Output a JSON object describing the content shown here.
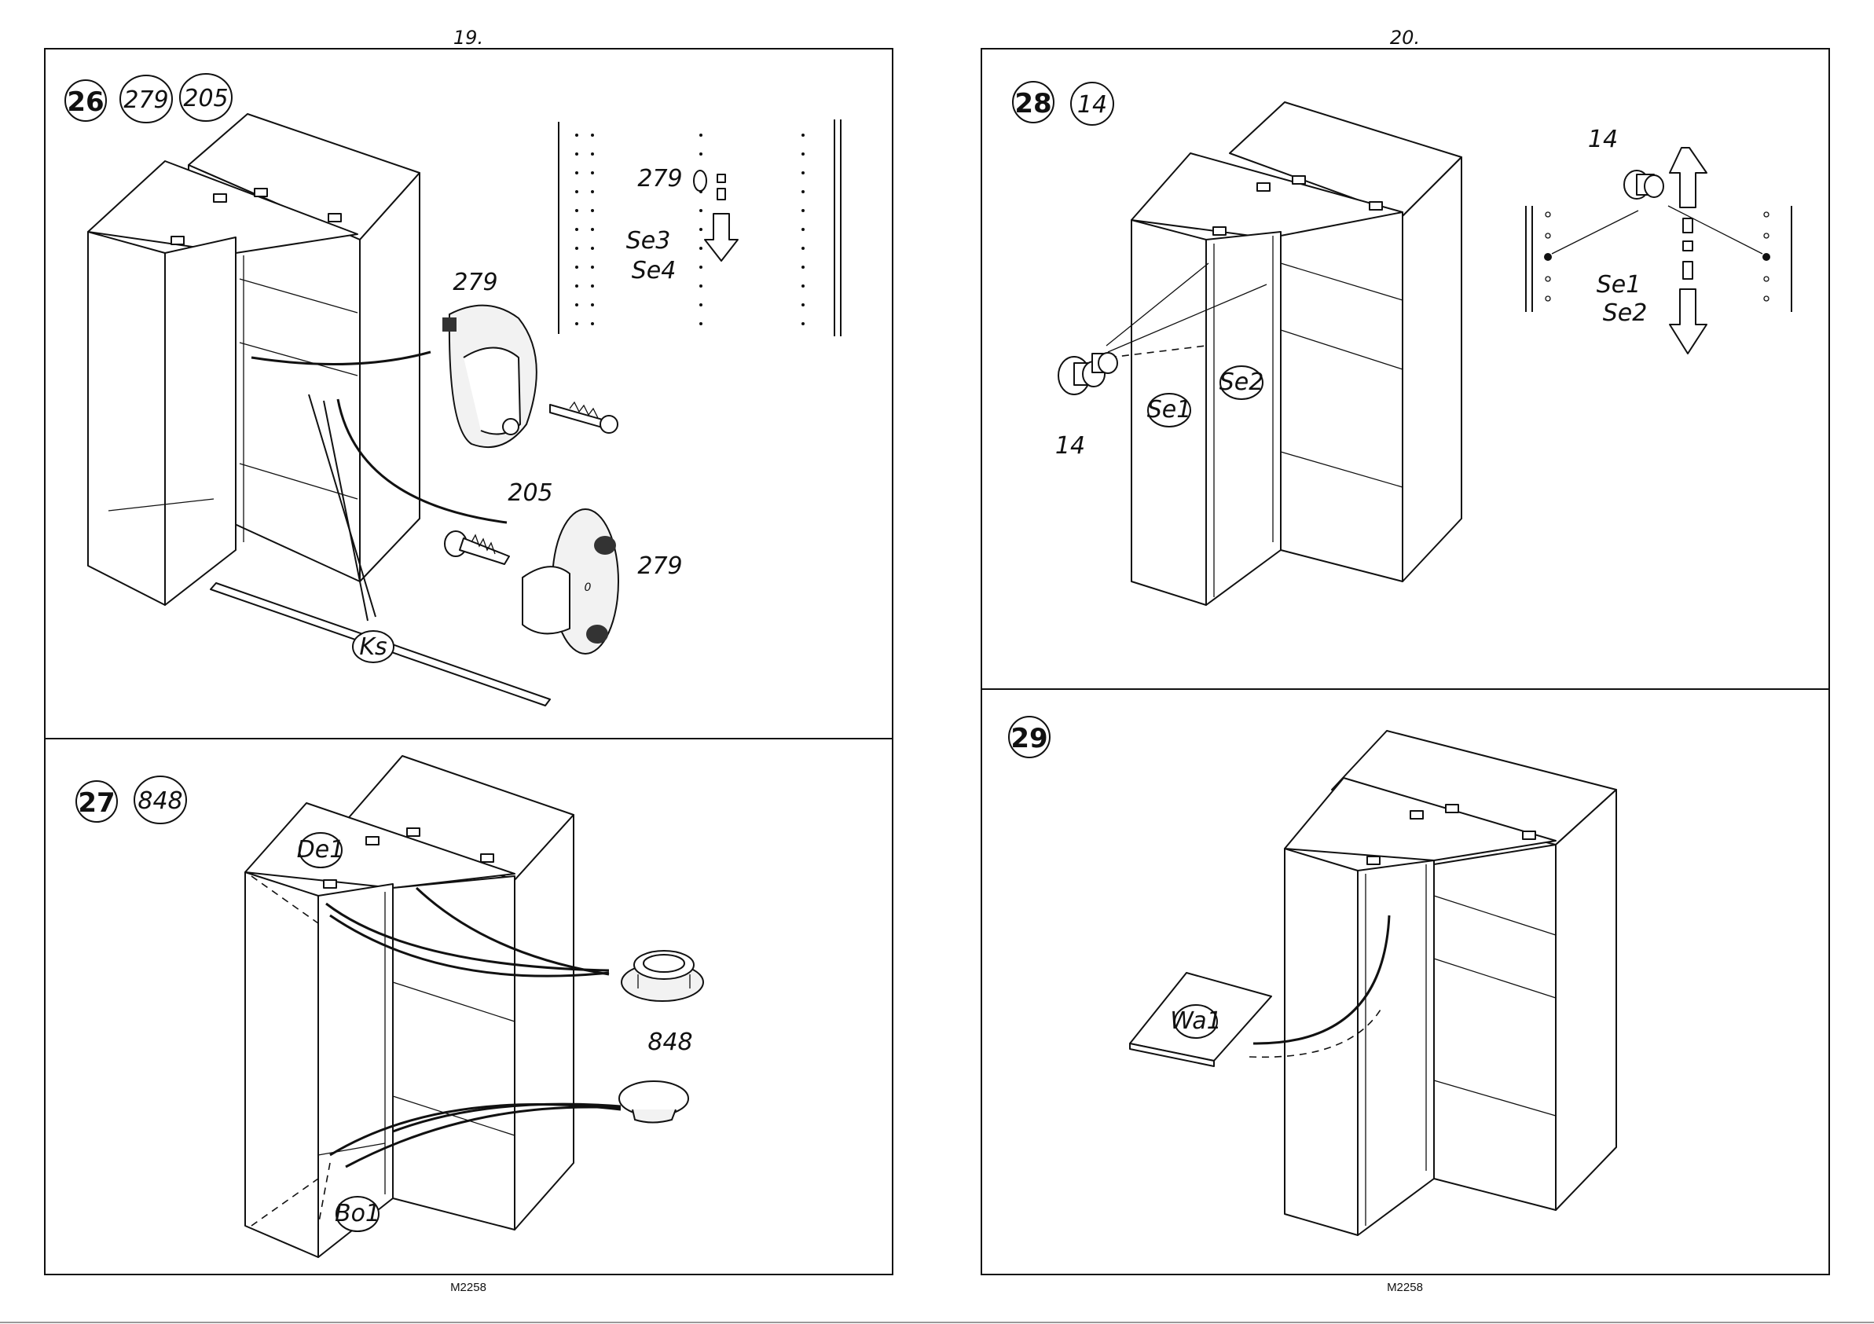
{
  "pages": [
    {
      "number": "19.",
      "footer_code": "M2258"
    },
    {
      "number": "20.",
      "footer_code": "M2258"
    }
  ],
  "steps": [
    {
      "step": "26",
      "part_refs": [
        "279",
        "205"
      ],
      "labels": {
        "cam_a": "279",
        "screw": "205",
        "cam_b": "279",
        "rod": "Ks",
        "detail_part": "279",
        "detail_se3": "Se3",
        "detail_se4": "Se4"
      }
    },
    {
      "step": "27",
      "part_refs": [
        "848"
      ],
      "labels": {
        "grommet": "848",
        "top_panel": "De1",
        "bottom_panel": "Bo1"
      }
    },
    {
      "step": "28",
      "part_refs": [
        "14"
      ],
      "labels": {
        "dowel": "14",
        "detail_part": "14",
        "side1": "Se1",
        "side2": "Se2",
        "detail_se1": "Se1",
        "detail_se2": "Se2"
      }
    },
    {
      "step": "29",
      "part_refs": [],
      "labels": {
        "wall_panel": "Wa1"
      }
    }
  ]
}
